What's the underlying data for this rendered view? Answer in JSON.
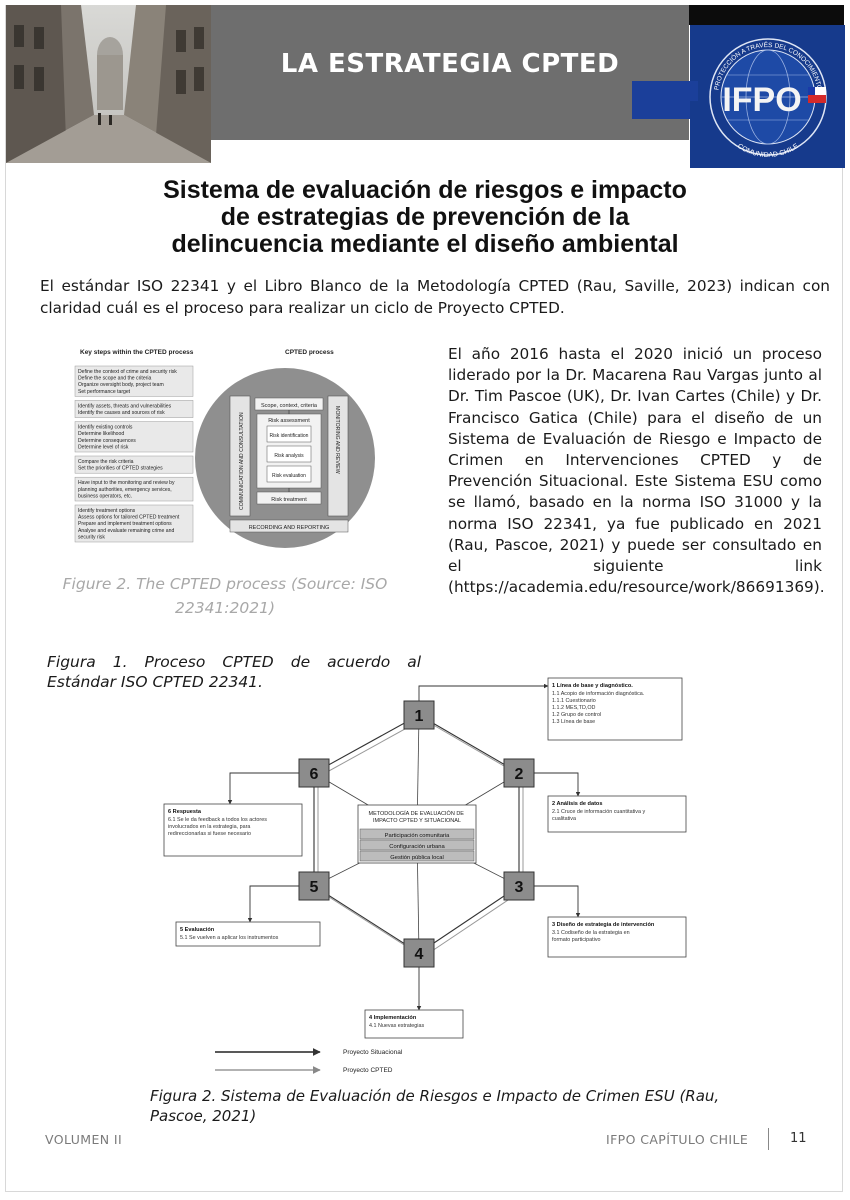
{
  "header": {
    "title": "LA ESTRATEGIA CPTED",
    "logo_text": "IFPO",
    "logo_ring_top": "PROTECCIÓN A TRAVÉS DEL CONOCIMIENTO",
    "logo_ring_bottom": "COMUNIDAD CHILE",
    "colors": {
      "band": "#6e6e6e",
      "blue": "#163a8c",
      "title": "#ffffff"
    }
  },
  "document": {
    "title_lines": [
      "Sistema de evaluación de riesgos e impacto",
      "de estrategias de prevención de la",
      "delincuencia mediante el diseño ambiental"
    ],
    "intro": "El estándar ISO 22341 y el Libro Blanco de la Metodología CPTED (Rau, Saville, 2023) indican con claridad cuál es el proceso para realizar un ciclo de Proyecto CPTED.",
    "right_paragraph": "El año 2016 hasta el 2020 inició un proceso liderado por la Dr. Macarena Rau Vargas junto al Dr. Tim Pascoe (UK), Dr. Ivan Cartes (Chile) y Dr. Francisco Gatica (Chile) para el diseño de un Sistema de Evaluación de Riesgo e Impacto de Crimen en Intervenciones CPTED y de Prevención Situacional. Este Sistema ESU como se llamó, basado en la norma ISO 31000 y la norma ISO 22341, ya fue publicado en 2021 (Rau, Pascoe, 2021) y puede ser consultado en el siguiente link (https://academia.edu/resource/work/86691369).",
    "caption_left": "Figure 2. The CPTED process (Source: ISO 22341:2021)",
    "caption_fig1": "Figura 1. Proceso CPTED de acuerdo al Estándar ISO CPTED 22341.",
    "caption_fig2": "Figura 2. Sistema de Evaluación de Riesgos e Impacto de Crimen ESU (Rau, Pascoe, 2021)"
  },
  "iso_figure": {
    "left_heading": "Key steps within the CPTED process",
    "right_heading": "CPTED process",
    "steps": [
      [
        "Define the context of crime and security risk",
        "Define the scope and the criteria",
        "Organize oversight body, project team",
        "Set performance target"
      ],
      [
        "Identify assets, threats and vulnerabilities",
        "Identify the causes and sources of risk"
      ],
      [
        "Identify existing controls",
        "Determine likelihood",
        "Determine consequences",
        "Determine level of risk"
      ],
      [
        "Compare the risk criteria",
        "Set the priorities of CPTED strategies"
      ],
      [
        "Have input to the monitoring and review by",
        "planning authorities, emergency services,",
        "business operators, etc."
      ],
      [
        "Identify treatment options",
        "Assess options for tailored CPTED treatment",
        "Prepare and implement treatment options",
        "Analyse and evaluate remaining crime and",
        "security risk"
      ]
    ],
    "scope_label": "Scope, context, criteria",
    "assessment_label": "Risk assessment",
    "identification_label": "Risk identification",
    "analysis_label": "Risk analysis",
    "evaluation_label": "Risk evaluation",
    "treatment_label": "Risk treatment",
    "recording_label": "RECORDING AND REPORTING",
    "communication_label": "COMMUNICATION AND CONSULTATION",
    "monitoring_label": "MONITORING AND REVIEW"
  },
  "esu_figure": {
    "center_title": "METODOLOGÍA DE EVALUACIÓN DE IMPACTO CPTED Y SITUACIONAL",
    "center_items": [
      "Participación comunitaria",
      "Configuración urbana",
      "Gestión pública local"
    ],
    "nodes": [
      "1",
      "2",
      "3",
      "4",
      "5",
      "6"
    ],
    "box1": {
      "title": "1 Línea de base y diagnóstico.",
      "items": [
        "1.1 Acopio de información diagnóstica.",
        "1.1.1 Cuestionario",
        "1.1.2 MES,TD,OD",
        "1.2 Grupo de control",
        "1.3 Línea de base"
      ]
    },
    "box2": {
      "title": "2 Análisis de datos",
      "items": [
        "2.1 Cruce de información cuantitativa y",
        "cualitativa"
      ]
    },
    "box3": {
      "title": "3 Diseño de estrategia de intervención",
      "items": [
        "3.1 Codiseño de la estrategia en",
        "formato participativo"
      ]
    },
    "box4": {
      "title": "4 Implementación",
      "items": [
        "4.1 Nuevas estrategias"
      ]
    },
    "box5": {
      "title": "5 Evaluación",
      "items": [
        "5.1 Se vuelven a aplicar los instrumentos"
      ]
    },
    "box6": {
      "title": "6 Respuesta",
      "items": [
        "6.1 Se le da feedback a todos los actores",
        "involucrados en la estrategia, para",
        "redireccionarlas si fuese necesario"
      ]
    },
    "legend": [
      "Proyecto Situacional",
      "Proyecto CPTED"
    ]
  },
  "footer": {
    "volume": "VOLUMEN II",
    "chapter": "IFPO CAPÍTULO CHILE",
    "page": "11"
  }
}
